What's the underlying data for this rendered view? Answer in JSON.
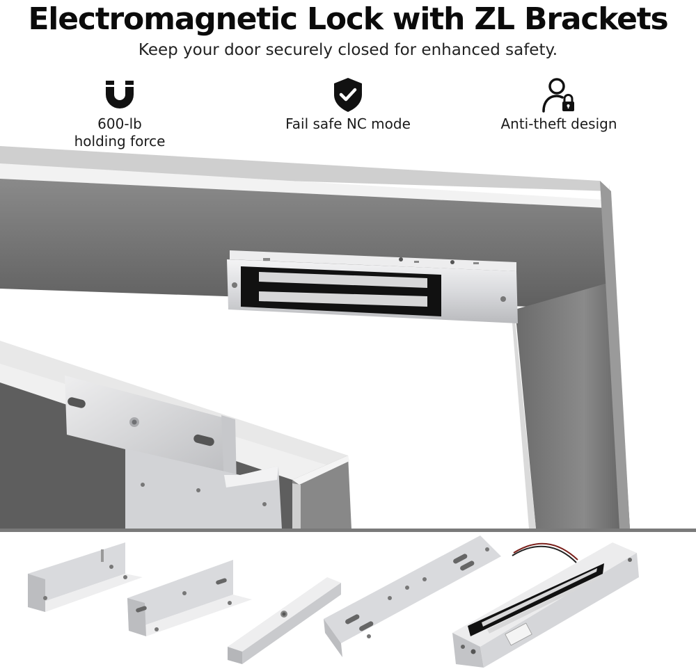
{
  "header": {
    "title": "Electromagnetic Lock with ZL Brackets",
    "subtitle": "Keep your door securely closed for enhanced safety."
  },
  "features": [
    {
      "icon": "magnet-icon",
      "line1": "600-lb",
      "line2": "holding force"
    },
    {
      "icon": "shield-check-icon",
      "line1": "Fail safe NC mode",
      "line2": ""
    },
    {
      "icon": "user-lock-icon",
      "line1": "Anti-theft design",
      "line2": ""
    }
  ],
  "colors": {
    "frame_gray": "#6f6f6f",
    "frame_highlight": "#e4e4e4",
    "aluminum": "#dcdde0",
    "magnet_black": "#111111",
    "text": "#111111"
  }
}
